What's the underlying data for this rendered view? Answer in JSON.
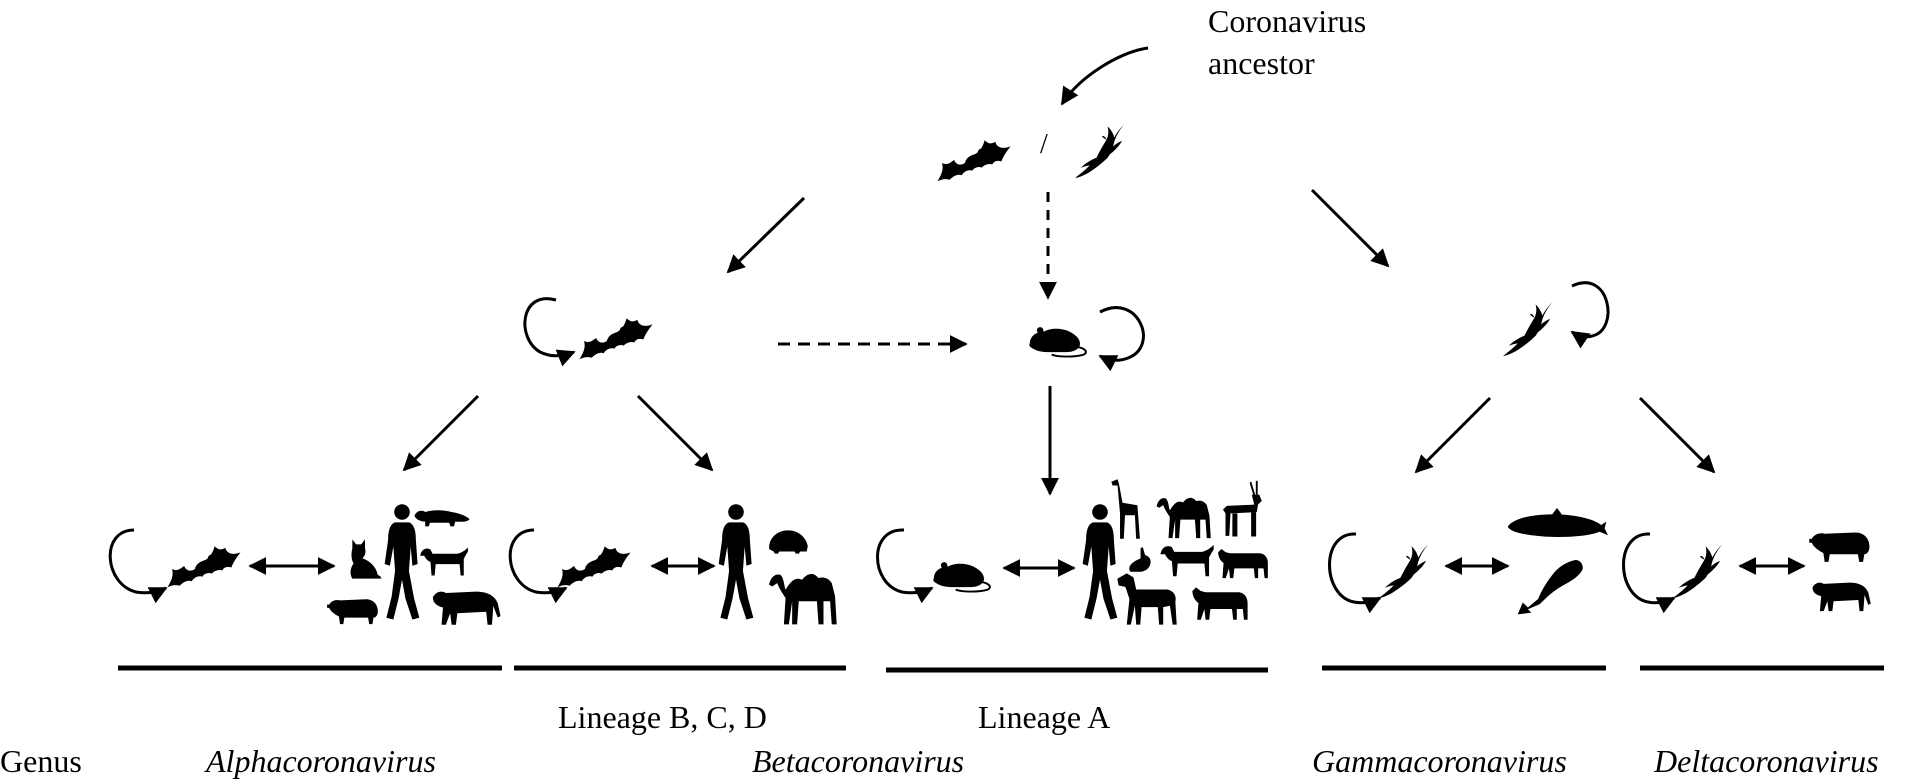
{
  "ancestor_label": {
    "line1": "Coronavirus",
    "line2": "ancestor"
  },
  "top_separator": "/",
  "lineage_labels": {
    "bcd": "Lineage B, C, D",
    "a": "Lineage A"
  },
  "genus_row": {
    "label": "Genus",
    "alpha": "Alphacoronavirus",
    "beta": "Betacoronavirus",
    "gamma": "Gammacoronavirus",
    "delta": "Deltacoronavirus"
  },
  "icons": {
    "ancestor_hosts": [
      "bat-icon",
      "bird-icon"
    ],
    "intermediate_hosts": [
      "bat-icon",
      "rodent-icon",
      "bird-icon"
    ],
    "alpha_hosts": [
      "bat-icon",
      "human-icon",
      "cat-icon",
      "ferret-icon",
      "dog-icon",
      "pig-icon",
      "leopard-icon"
    ],
    "beta_bcd_hosts": [
      "bat-icon",
      "human-icon",
      "hedgehog-icon",
      "camel-icon"
    ],
    "beta_a_hosts": [
      "rodent-icon",
      "human-icon",
      "giraffe-icon",
      "camel-icon",
      "antelope-icon",
      "rabbit-icon",
      "dog-icon",
      "cow-icon",
      "horse-icon"
    ],
    "gamma_hosts": [
      "bird-icon",
      "whale-icon",
      "dolphin-icon"
    ],
    "delta_hosts": [
      "bird-icon",
      "pig-icon",
      "leopard-icon"
    ]
  }
}
